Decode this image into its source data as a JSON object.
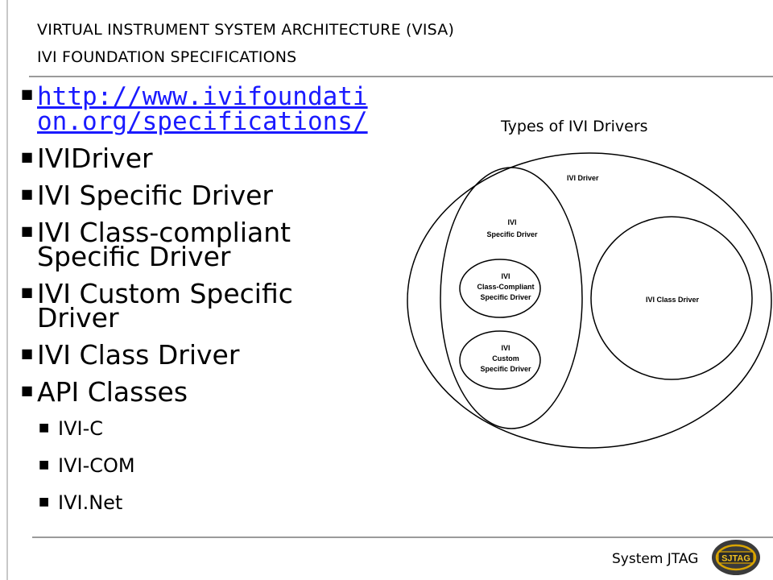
{
  "header": {
    "title": "VIRTUAL INSTRUMENT SYSTEM ARCHITECTURE (VISA)",
    "subtitle": "IVI FOUNDATION SPECIFICATIONS"
  },
  "bullets": {
    "link_line1": "http://www.ivifoundati",
    "link_line2": "on.org/specifications/",
    "item2": "IVIDriver",
    "item3": "IVI Specific Driver",
    "item4_line1": "IVI Class-compliant",
    "item4_line2": "Specific Driver",
    "item5_line1": "IVI Custom Specific",
    "item5_line2": "Driver",
    "item6": "IVI Class Driver",
    "item7": "API Classes",
    "sub": [
      "IVI-C",
      "IVI-COM",
      "IVI.Net"
    ]
  },
  "diagram": {
    "caption": "Types of IVI Drivers",
    "ivi_driver": "IVI Driver",
    "specific_l1": "IVI",
    "specific_l2": "Specific Driver",
    "compliant_l1": "IVI",
    "compliant_l2": "Class-Compliant",
    "compliant_l3": "Specific Driver",
    "custom_l1": "IVI",
    "custom_l2": "Custom",
    "custom_l3": "Specific Driver",
    "class_driver": "IVI Class Driver"
  },
  "footer": {
    "text": "System JTAG",
    "logo_text": "SJTAG"
  }
}
